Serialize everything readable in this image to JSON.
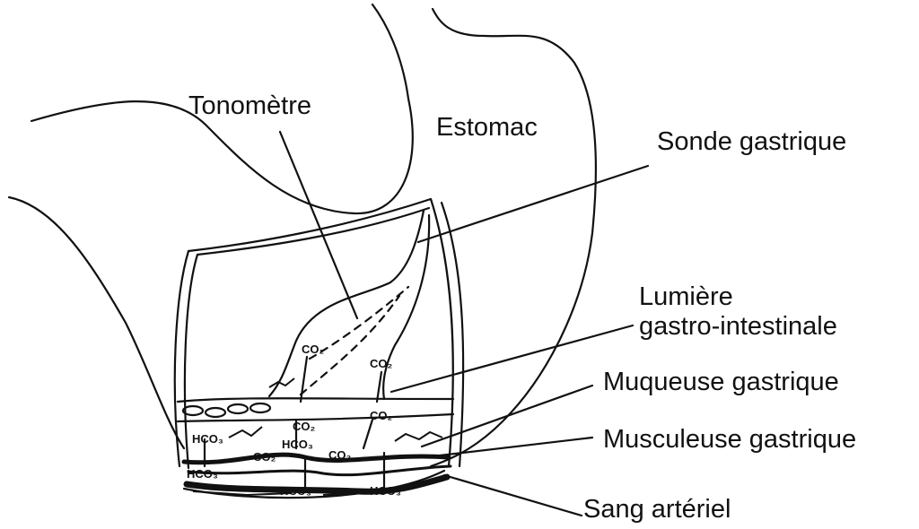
{
  "labels": {
    "tonometre": "Tonomètre",
    "estomac": "Estomac",
    "sonde": "Sonde gastrique",
    "lumiere_1": "Lumière",
    "lumiere_2": "gastro-intestinale",
    "muqueuse": "Muqueuse gastrique",
    "musculeuse": "Musculeuse gastrique",
    "sang": "Sang artériel"
  },
  "chem": {
    "co2": "CO₂",
    "hco3": "HCO₃"
  }
}
